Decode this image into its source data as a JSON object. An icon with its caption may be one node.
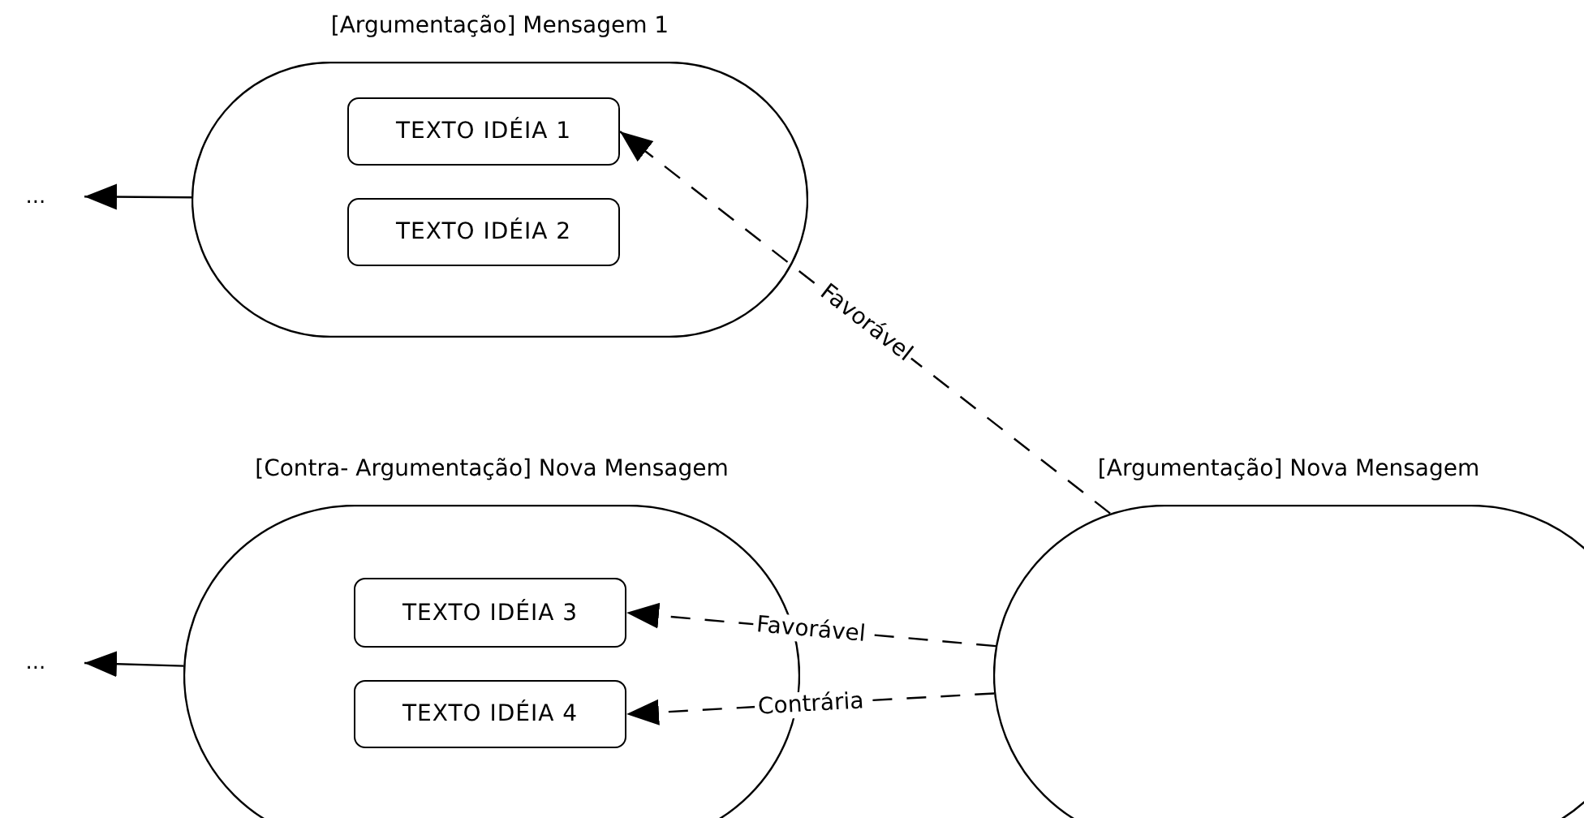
{
  "diagram": {
    "nodes": [
      {
        "text": [
          "[Argumentação] Mensagem 1"
        ]
      },
      {
        "text": [
          "TEXTO IDÉIA 1"
        ],
        "in": 0
      },
      {
        "text": [
          "TEXTO IDÉIA 2"
        ],
        "in": 0
      },
      {
        "text": [
          "..."
        ]
      },
      {
        "text": [
          "[Contra- Argumentação] Nova Mensagem"
        ]
      },
      {
        "text": [
          "TEXTO IDÉIA 3"
        ],
        "in": 4
      },
      {
        "text": [
          "TEXTO IDÉIA 4"
        ],
        "in": 4
      },
      {
        "text": [
          "..."
        ]
      },
      {
        "text": [
          "[Argumentação] Nova Mensagem"
        ]
      }
    ],
    "edges": [
      {
        "from": 0,
        "to": 3,
        "arrow": "to"
      },
      {
        "from": 8,
        "to": 1,
        "arrow": "to",
        "label": "Favorável",
        "style": "dashed"
      },
      {
        "from": 4,
        "to": 7,
        "arrow": "to"
      },
      {
        "from": 8,
        "to": 5,
        "arrow": "to",
        "label": "Favorável",
        "style": "dashed"
      },
      {
        "from": 8,
        "to": 6,
        "arrow": "to",
        "label": "Contrária",
        "style": "dashed"
      }
    ]
  }
}
